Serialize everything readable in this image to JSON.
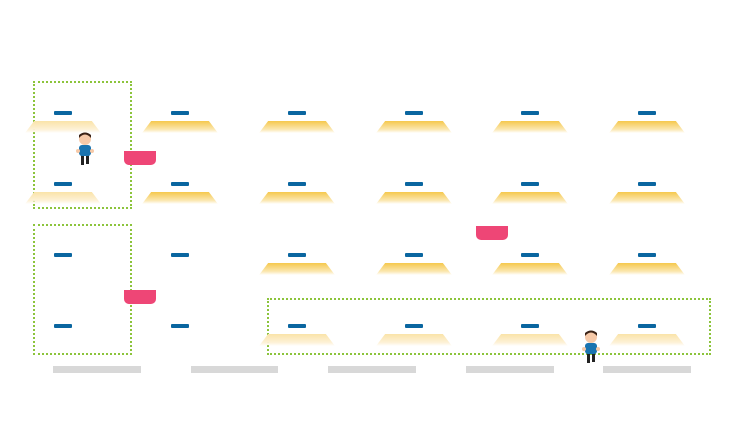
{
  "colors": {
    "zone": "#8cc43c",
    "marker": "#0a66a0",
    "lamp": "#f5c84c",
    "door": "#ee4676",
    "bar": "#d8d8d8",
    "shirt": "#1a74b0"
  },
  "grid": {
    "rows": [
      [
        "faded",
        "on",
        "on",
        "on",
        "on",
        "on"
      ],
      [
        "faded",
        "on",
        "on",
        "on",
        "on",
        "on"
      ],
      [
        "off",
        "off",
        "on",
        "on",
        "on",
        "on"
      ],
      [
        "off",
        "off",
        "faded",
        "faded",
        "faded",
        "faded"
      ]
    ]
  },
  "icons": {
    "person": "person-icon",
    "door": "door-icon",
    "marker": "marker-icon",
    "lamp": "light-icon"
  }
}
